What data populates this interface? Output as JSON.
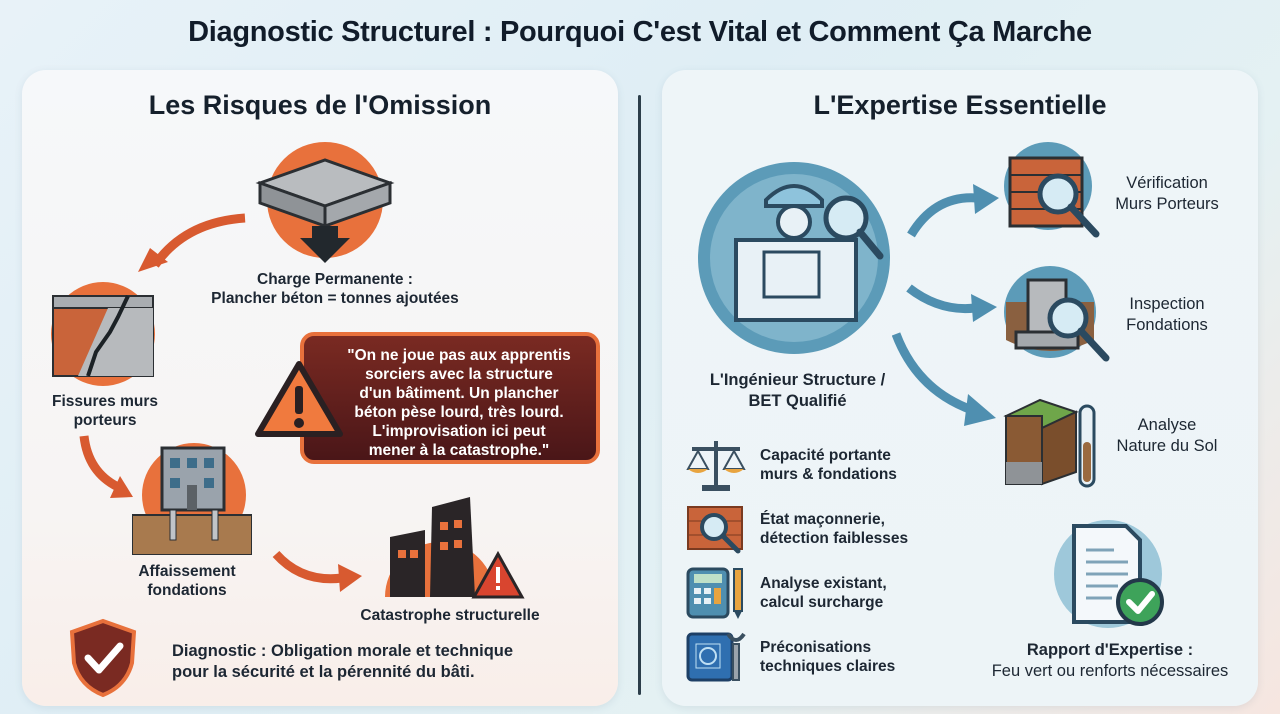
{
  "title": "Diagnostic Structurel : Pourquoi C'est Vital et Comment Ça Marche",
  "left_panel": {
    "heading": "Les Risques de l'Omission",
    "steps": [
      {
        "icon": "concrete-slab-icon",
        "label_line1": "Charge Permanente :",
        "label_line2": "Plancher béton = tonnes ajoutées"
      },
      {
        "icon": "cracked-wall-icon",
        "label_line1": "Fissures murs",
        "label_line2": "porteurs"
      },
      {
        "icon": "sinking-building-icon",
        "label_line1": "Affaissement",
        "label_line2": "fondations"
      },
      {
        "icon": "collapsed-building-icon",
        "label_line1": "Catastrophe structurelle",
        "label_line2": ""
      }
    ],
    "quote": {
      "line1": "\"On ne joue pas aux apprentis",
      "line2": "sorciers avec la structure",
      "line3": "d'un bâtiment. Un plancher",
      "line4": "béton pèse lourd, très lourd.",
      "line5": "L'improvisation ici peut",
      "line6": "mener à la catastrophe.\""
    },
    "conclusion": {
      "line1": "Diagnostic : Obligation morale et technique",
      "line2": "pour la sécurité et la pérennité du bâti."
    }
  },
  "right_panel": {
    "heading": "L'Expertise Essentielle",
    "engineer": {
      "line1": "L'Ingénieur Structure /",
      "line2": "BET Qualifié"
    },
    "checks": [
      {
        "icon": "brick-wall-magnifier-icon",
        "line1": "Vérification",
        "line2": "Murs Porteurs"
      },
      {
        "icon": "foundation-magnifier-icon",
        "line1": "Inspection",
        "line2": "Fondations"
      },
      {
        "icon": "soil-sample-icon",
        "line1": "Analyse",
        "line2": "Nature du Sol"
      }
    ],
    "tasks": [
      {
        "icon": "scales-icon",
        "line1": "Capacité portante",
        "line2": "murs & fondations"
      },
      {
        "icon": "masonry-inspection-icon",
        "line1": "État maçonnerie,",
        "line2": "détection faiblesses"
      },
      {
        "icon": "calculator-icon",
        "line1": "Analyse existant,",
        "line2": "calcul surcharge"
      },
      {
        "icon": "blueprint-wrench-icon",
        "line1": "Préconisations",
        "line2": "techniques claires"
      }
    ],
    "report": {
      "line1": "Rapport d'Expertise :",
      "line2": "Feu vert ou renforts nécessaires"
    }
  },
  "colors": {
    "risk_orange": "#e8713c",
    "risk_dark": "#4a1618",
    "expert_blue": "#4f8fb0",
    "ok_green": "#3ea35a"
  }
}
